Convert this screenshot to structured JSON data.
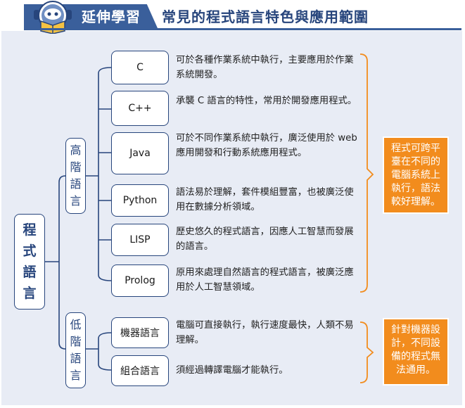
{
  "header": {
    "label": "延伸學習",
    "title": "常見的程式語言特色與應用範圍"
  },
  "colors": {
    "navy": "#27457c",
    "panel": "#e8ecf5",
    "orange": "#f28c1d",
    "header_blue": "#3a5f9b"
  },
  "root": {
    "label": "程式語言"
  },
  "high": {
    "label": "高階語言",
    "items": [
      {
        "name": "C",
        "desc": "可於各種作業系統中執行，主要應用於作業系統開發。"
      },
      {
        "name": "C++",
        "desc": "承襲 C 語言的特性，常用於開發應用程式。"
      },
      {
        "name": "Java",
        "desc": "可於不同作業系統中執行，廣泛使用於 web 應用開發和行動系統應用程式。"
      },
      {
        "name": "Python",
        "desc": "語法易於理解，套件模組豐富，也被廣泛使用在數據分析領域。"
      },
      {
        "name": "LISP",
        "desc": "歷史悠久的程式語言，因應人工智慧而發展的語言。"
      },
      {
        "name": "Prolog",
        "desc": "原用來處理自然語言的程式語言，被廣泛應用於人工智慧領域。"
      }
    ],
    "note": "程式可跨平臺在不同的電腦系統上執行，語法較好理解。"
  },
  "low": {
    "label": "低階語言",
    "items": [
      {
        "name": "機器語言",
        "desc": "電腦可直接執行，執行速度最快，人類不易理解。"
      },
      {
        "name": "組合語言",
        "desc": "須經過轉譯電腦才能執行。"
      }
    ],
    "note": "針對機器設計，不同設備的程式無法通用。"
  }
}
